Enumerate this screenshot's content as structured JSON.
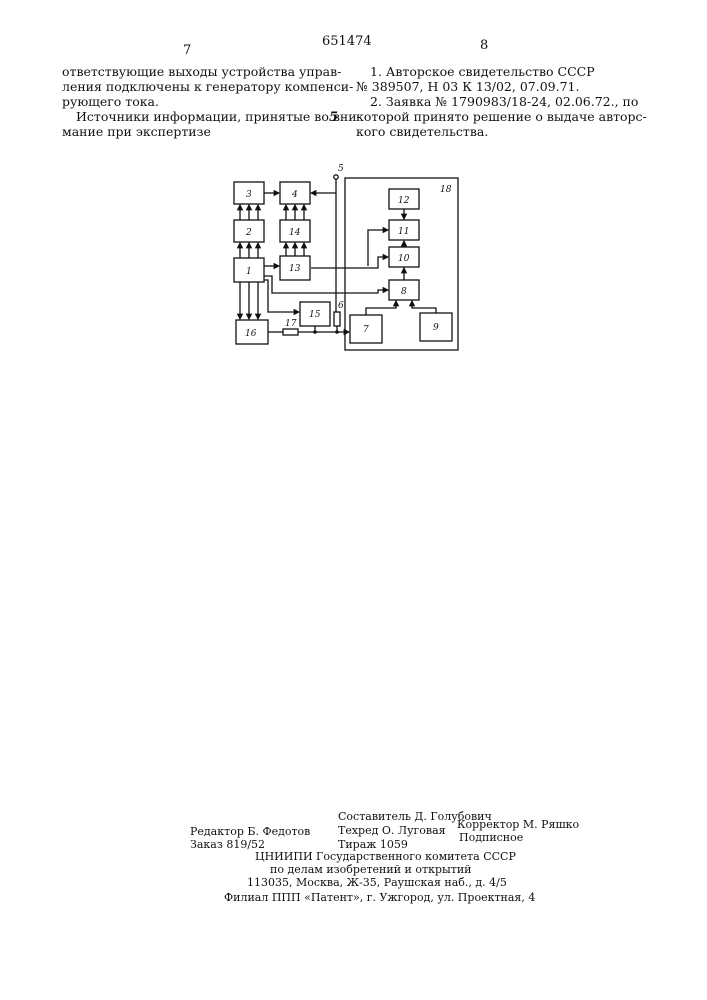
{
  "header": {
    "patent_number": "651474",
    "left_page": "7",
    "right_page": "8",
    "margin_mark": "5"
  },
  "left_text": [
    "ответствующие выходы устройства управ-",
    "ления подключены к генератору компенси-",
    "рующего тока.",
    "Источники информации, принятые во вни-",
    "мание при экспертизе"
  ],
  "right_text": [
    "1. Авторское свидетельство СССР",
    "№ 389507, Н 03 К 13/02, 07.09.71.",
    "2. Заявка № 1790983/18-24, 02.06.72., по",
    "которой принято решение о выдаче авторс-",
    "кого свидетельства."
  ],
  "diagram": {
    "blocks": [
      "1",
      "2",
      "3",
      "4",
      "5",
      "6",
      "7",
      "8",
      "9",
      "10",
      "11",
      "12",
      "13",
      "14",
      "15",
      "16",
      "17",
      "18"
    ]
  },
  "colophon": {
    "compiler": "Составитель Д. Голубович",
    "editor": "Редактор Б. Федотов",
    "techred": "Техред О. Луговая",
    "corrector": "Корректор М. Ряшко",
    "order": "Заказ 819/52",
    "circulation": "Тираж 1059",
    "subscription": "Подписное",
    "org1": "ЦНИИПИ Государственного комитета СССР",
    "org2": "по делам изобретений и открытий",
    "address": "113035, Москва, Ж-35, Раушская наб., д. 4/5",
    "branch": "Филиал ППП «Патент», г. Ужгород, ул. Проектная, 4"
  }
}
